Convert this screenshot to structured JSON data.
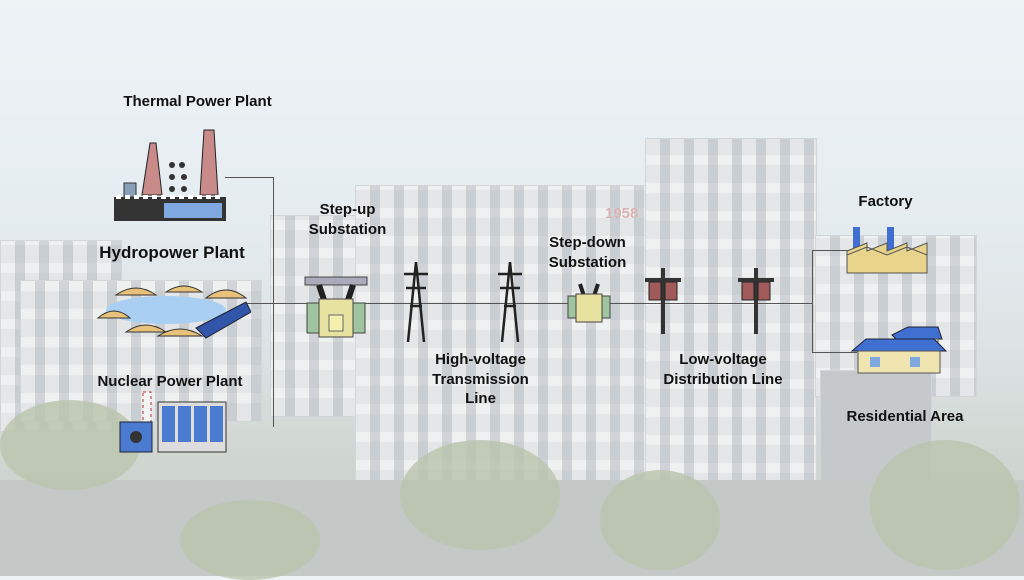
{
  "labels": {
    "thermal": "Thermal Power Plant",
    "hydro": "Hydropower Plant",
    "nuclear": "Nuclear Power Plant",
    "stepup": "Step-up Substation",
    "hv_line": "High-voltage Transmission Line",
    "stepdown": "Step-down Substation",
    "lv_line": "Low-voltage Distribution Line",
    "factory": "Factory",
    "residential": "Residential Area"
  },
  "building_sign": "1958",
  "colors": {
    "line": "#555555",
    "text": "#111111",
    "accent_blue": "#3f6fd0",
    "accent_yellow": "#e8d48a"
  }
}
